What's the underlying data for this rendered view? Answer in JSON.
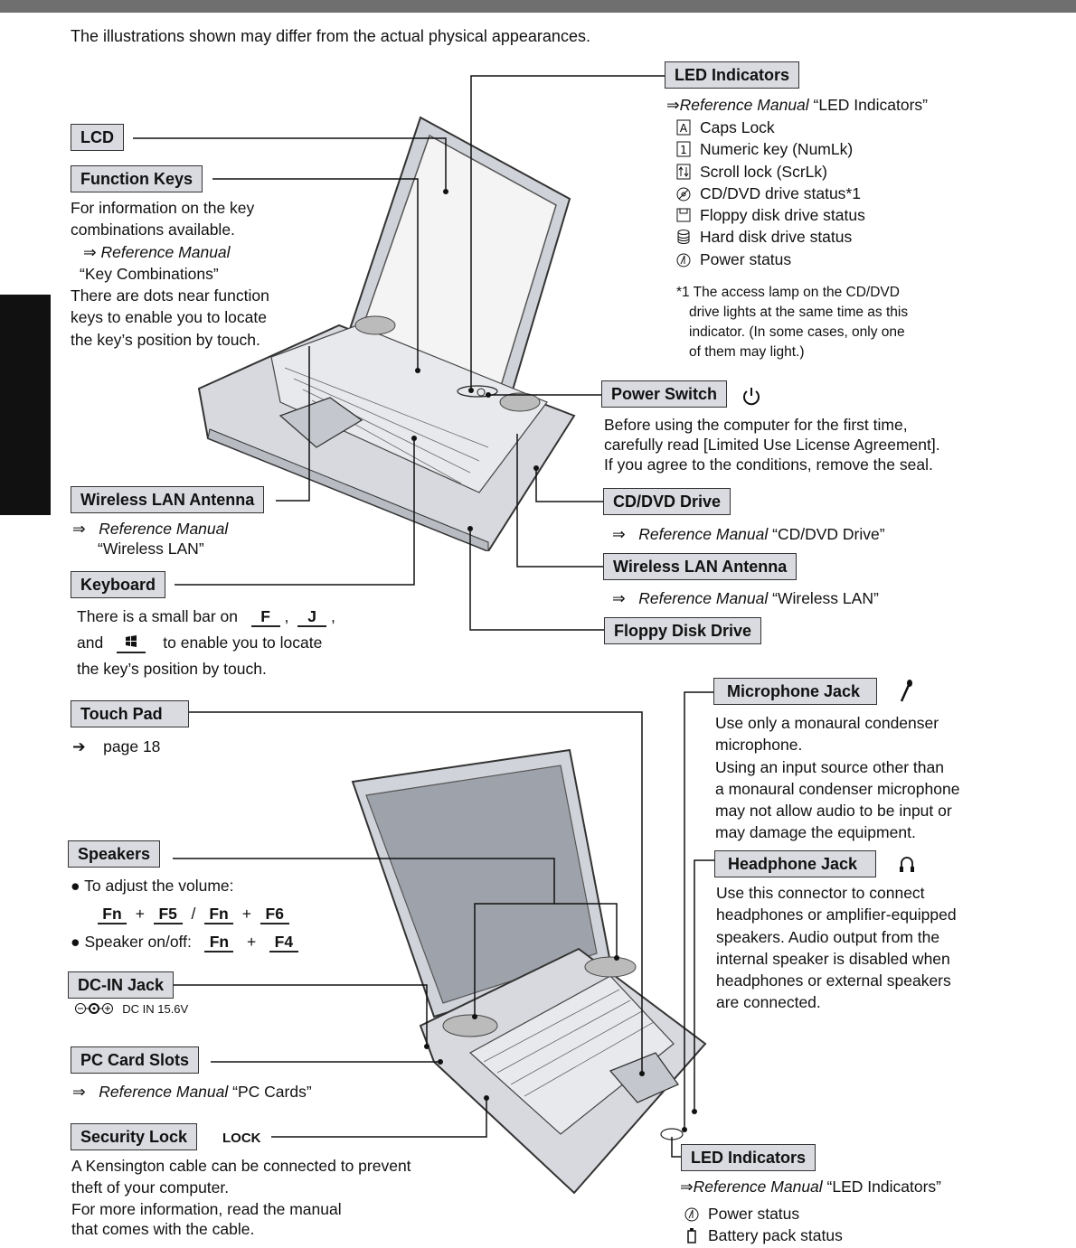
{
  "intro": "The illustrations shown may differ from the actual physical appearances.",
  "ref_prefix": "⇒",
  "labels": {
    "led_top": "LED Indicators",
    "lcd": "LCD",
    "function_keys": "Function Keys",
    "power_switch": "Power Switch",
    "wlan_left": "Wireless LAN Antenna",
    "cd_dvd": "CD/DVD Drive",
    "keyboard": "Keyboard",
    "wlan_right": "Wireless LAN Antenna",
    "floppy": "Floppy Disk Drive",
    "touch_pad": "Touch Pad",
    "microphone": "Microphone Jack",
    "speakers": "Speakers",
    "headphone": "Headphone Jack",
    "dc_in": "DC-IN Jack",
    "pc_card": "PC Card Slots",
    "security": "Security Lock",
    "led_bottom": "LED Indicators"
  },
  "led_top": {
    "ref_manual": "Reference Manual",
    "ref_topic": "“LED Indicators”",
    "items": [
      "Caps Lock",
      "Numeric key (NumLk)",
      "Scroll lock (ScrLk)",
      "CD/DVD drive status*1",
      "Floppy disk drive status",
      "Hard disk drive status",
      "Power status"
    ],
    "footnote": [
      "*1 The access lamp on the CD/DVD",
      "drive lights at the same time as this",
      "indicator. (In some cases, only one",
      "of them may light.)"
    ]
  },
  "function_keys": {
    "lines": [
      "For information on the key",
      "combinations available."
    ],
    "ref_manual": "Reference Manual",
    "ref_topic": "“Key Combinations”",
    "lines2": [
      "There are dots near function",
      "keys to enable you to locate",
      "the key’s position by touch."
    ]
  },
  "power_switch": {
    "lines": [
      "Before using the computer for the first time,",
      "carefully read [Limited Use License Agreement].",
      "If you agree to the conditions, remove the seal."
    ]
  },
  "wlan_left": {
    "ref_manual": "Reference Manual",
    "ref_topic": "“Wireless LAN”"
  },
  "cd_dvd": {
    "ref_manual": "Reference Manual",
    "ref_topic": "“CD/DVD Drive”"
  },
  "wlan_right": {
    "ref_manual": "Reference Manual",
    "ref_topic": "“Wireless LAN”"
  },
  "keyboard": {
    "line1": "There is a small bar on",
    "key_f": "F",
    "key_j": "J",
    "comma": ",",
    "and": "and",
    "line2_rest": "to enable you to locate",
    "line3": "the key’s position by touch."
  },
  "touch_pad": {
    "arrow": "➔",
    "page_word": "page",
    "page_num": "18"
  },
  "microphone": {
    "lines": [
      "Use only a monaural condenser",
      "microphone.",
      "Using an input source other than",
      "a monaural condenser microphone",
      "may not allow audio to be input or",
      "may damage the equipment."
    ]
  },
  "speakers": {
    "bullet1": "To adjust the volume:",
    "k_fn": "Fn",
    "k_f5": "F5",
    "slash": "/",
    "k_f6": "F6",
    "plus": "+",
    "bullet2": "Speaker on/off:",
    "k_f4": "F4"
  },
  "headphone": {
    "lines": [
      "Use this connector to connect",
      "headphones or amplifier-equipped",
      "speakers.  Audio output from the",
      "internal speaker is disabled when",
      "headphones or external speakers",
      "are connected."
    ]
  },
  "dc_in": {
    "rating": "DC IN 15.6V"
  },
  "pc_card": {
    "ref_manual": "Reference Manual",
    "ref_topic": "“PC Cards”"
  },
  "security": {
    "lock_word": "LOCK",
    "lines": [
      "A Kensington cable can be connected to prevent",
      "theft of your computer.",
      "For more information, read the manual",
      "that comes with the cable."
    ]
  },
  "led_bottom": {
    "ref_manual": "Reference Manual",
    "ref_topic": "“LED Indicators”",
    "items": [
      "Power status",
      "Battery pack status"
    ]
  }
}
